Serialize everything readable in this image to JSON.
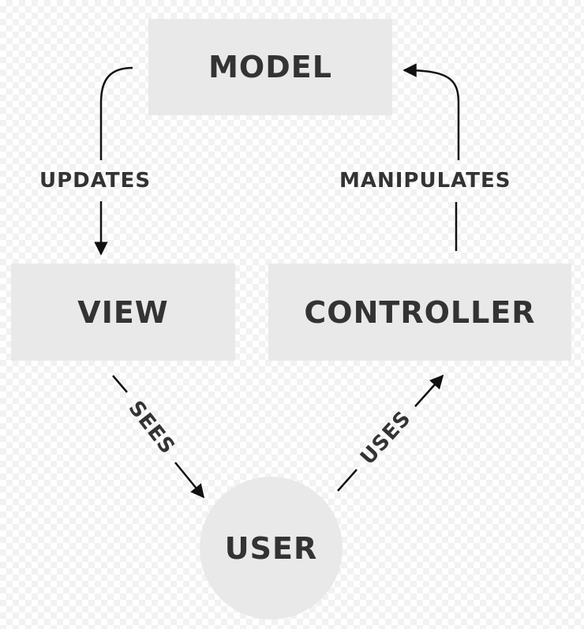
{
  "nodes": {
    "model": "MODEL",
    "view": "VIEW",
    "controller": "CONTROLLER",
    "user": "USER"
  },
  "edges": {
    "updates": "UPDATES",
    "manipulates": "MANIPULATES",
    "sees": "SEES",
    "uses": "USES"
  },
  "colors": {
    "node_fill": "#e9e9e9",
    "text": "#333333",
    "arrow": "#111111"
  }
}
